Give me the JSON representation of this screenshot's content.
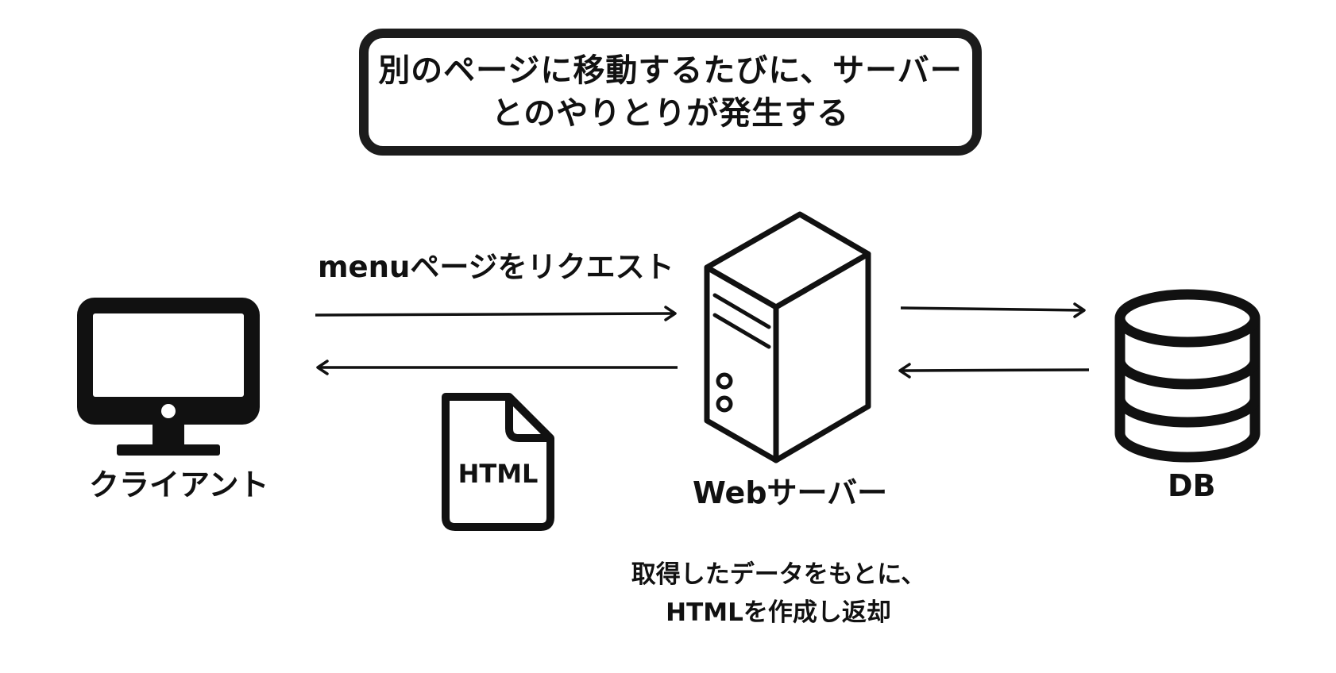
{
  "headline": {
    "line1": "別のページに移動するたびに、サーバー",
    "line2": "とのやりとりが発生する"
  },
  "client": {
    "label": "クライアント",
    "icon": "monitor-icon"
  },
  "request": {
    "label": "menuページをリクエスト"
  },
  "html_file": {
    "label": "HTML",
    "icon": "document-icon"
  },
  "server": {
    "label": "Webサーバー",
    "icon": "server-tower-icon"
  },
  "db": {
    "label": "DB",
    "icon": "database-icon"
  },
  "note": {
    "line1": "取得したデータをもとに、",
    "line2": "HTMLを作成し返却"
  },
  "colors": {
    "ink": "#111111",
    "background": "#ffffff"
  }
}
